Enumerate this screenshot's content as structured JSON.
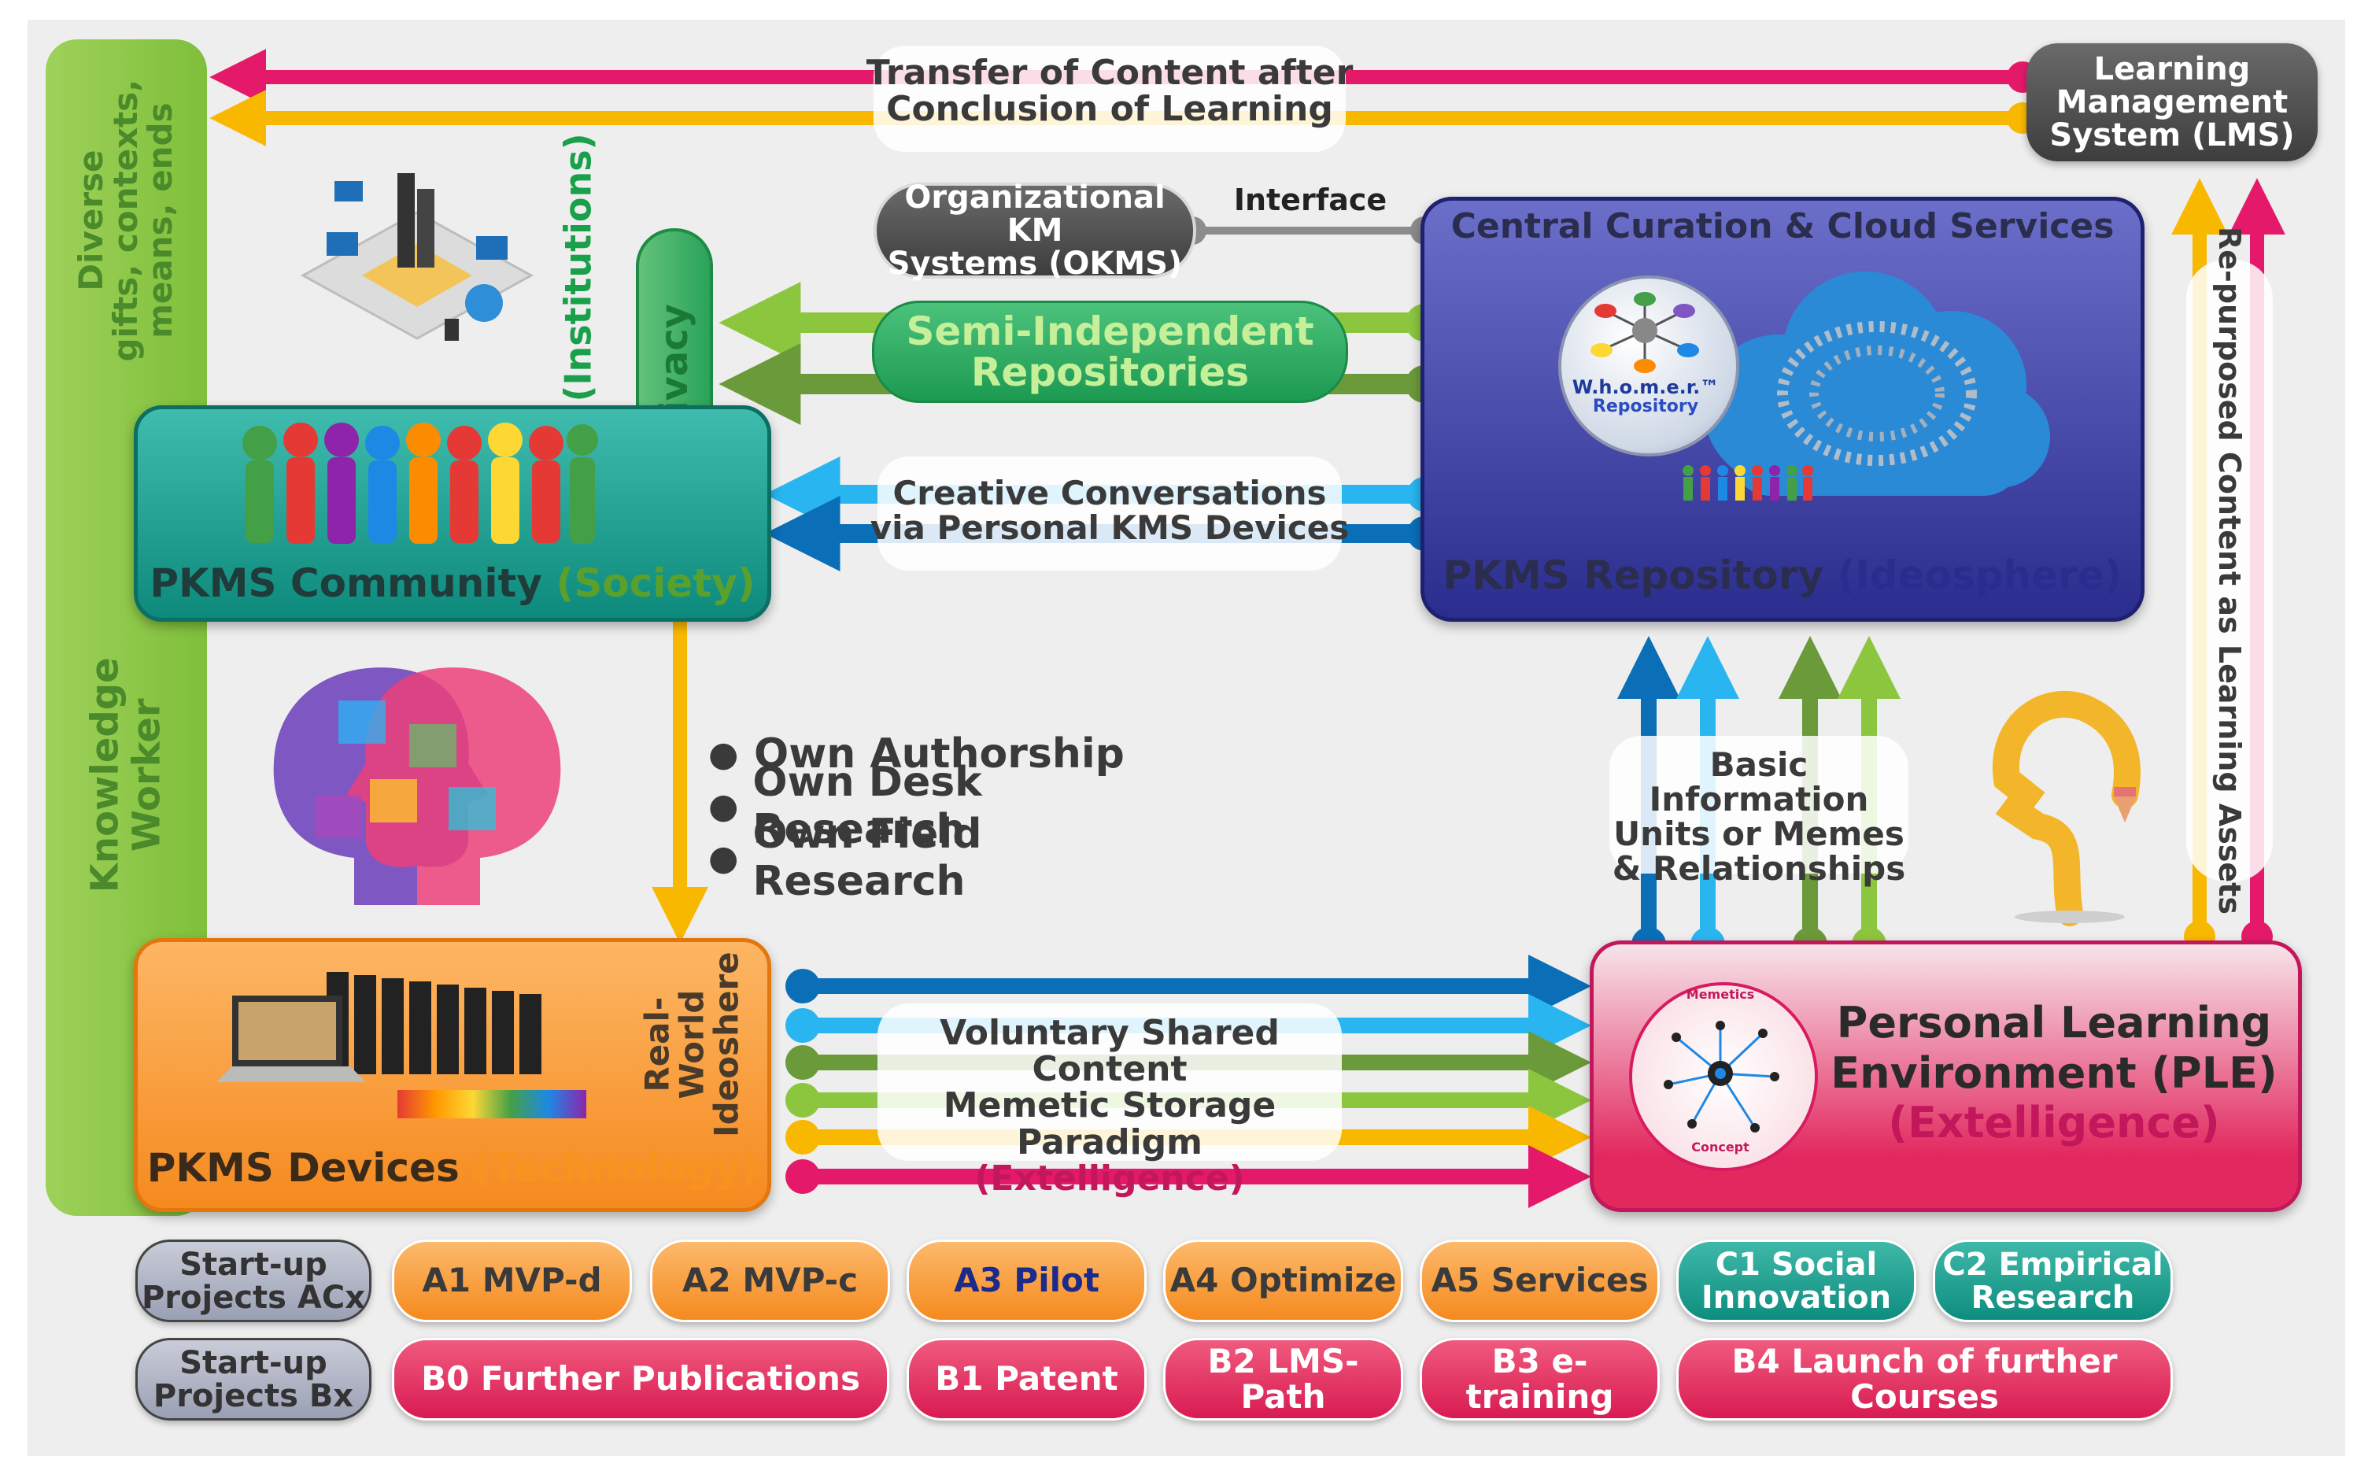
{
  "colors": {
    "green": "#8cc63f",
    "orange": "#f7931e",
    "teal": "#1aa89a",
    "navy": "#2b2d8e",
    "magenta": "#e5196a",
    "yellow": "#f9b800",
    "blue_dark": "#0b6fb8",
    "blue_light": "#29b6f0",
    "green_dark": "#6b9a3a",
    "dark_gray": "#4d4d4d"
  },
  "knowledge_worker": {
    "top_text_line1": "Diverse",
    "top_text_line2": "gifts, contexts,",
    "top_text_line3": "means, ends",
    "bottom_text_line1": "Knowledge",
    "bottom_text_line2": "Worker"
  },
  "lms": {
    "line1": "Learning",
    "line2": "Management",
    "line3": "System (LMS)"
  },
  "transfer": {
    "line1": "Transfer of Content after",
    "line2": "Conclusion of Learning"
  },
  "okms": {
    "line1": "Organizational KM",
    "line2": "Systems (OKMS)",
    "interface": "Interface"
  },
  "institutions": "(Institutions)",
  "privacy": "privacy",
  "semi": {
    "line1": "Semi-Independent",
    "line2": "Repositories"
  },
  "conversations": {
    "line1": "Creative Conversations",
    "line2": "via Personal KMS Devices"
  },
  "repo": {
    "title": "Central Curation & Cloud Services",
    "caption_main": "PKMS Repository",
    "caption_accent": "(Ideosphere)",
    "whomer_line1": "W.h.o.m.e.r.™",
    "whomer_line2": "Repository"
  },
  "community": {
    "caption_main": "PKMS Community",
    "caption_accent": "(Society)"
  },
  "bullets": [
    "Own Authorship",
    "Own Desk Research",
    "Own Field Research"
  ],
  "basic_info": {
    "line1": "Basic Information",
    "line2": "Units or Memes",
    "line3": "& Relationships"
  },
  "repurposed": "Re-purposed Content as Learning Assets",
  "devices": {
    "real_world_line1": "Real-",
    "real_world_line2": "World",
    "real_world_line3": "Ideoshere",
    "caption_main": "PKMS Devices",
    "caption_accent": "(Technology)"
  },
  "voluntary": {
    "line1": "Voluntary Shared Content",
    "line2": "Memetic Storage Paradigm",
    "line3": "(Extelligence)"
  },
  "ple": {
    "line1": "Personal Learning",
    "line2": "Environment (PLE)",
    "line3": "(Extelligence)",
    "memetics": "Memetics",
    "concept": "Concept"
  },
  "projects_a": {
    "label_line1": "Start-up",
    "label_line2": "Projects ACx",
    "items": [
      "A1 MVP-d",
      "A2 MVP-c",
      "A3 Pilot",
      "A4 Optimize",
      "A5 Services"
    ],
    "c_items": [
      {
        "line1": "C1 Social",
        "line2": "Innovation"
      },
      {
        "line1": "C2 Empirical",
        "line2": "Research"
      }
    ]
  },
  "projects_b": {
    "label_line1": "Start-up",
    "label_line2": "Projects Bx",
    "items": [
      "B0 Further Publications",
      "B1 Patent",
      "B2 LMS-Path",
      "B3 e-training",
      "B4 Launch of further Courses"
    ]
  }
}
